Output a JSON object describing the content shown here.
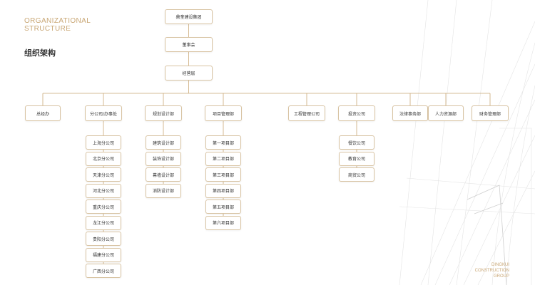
{
  "header": {
    "title_en_line1": "ORGANIZATIONAL",
    "title_en_line2": "STRUCTURE",
    "title_cn": "组织架构"
  },
  "brand": {
    "line1": "DINGKUI",
    "line2": "CONSTRUCTION",
    "line3": "GROUP"
  },
  "colors": {
    "accent": "#c9a775",
    "border": "#d8c3a2",
    "line": "#c9a775",
    "text": "#333333"
  },
  "org": {
    "root": "鼎奎建设集团",
    "board": "董事会",
    "management": "经营层",
    "departments": [
      {
        "label": "总经办",
        "children": []
      },
      {
        "label": "分公司/办事处",
        "children": [
          "上海分公司",
          "北京分公司",
          "天津分公司",
          "河北分公司",
          "重庆分公司",
          "龙江分公司",
          "贵阳分公司",
          "福建分公司",
          "广西分公司"
        ]
      },
      {
        "label": "规划设计部",
        "children": [
          "建筑设计部",
          "装饰设计部",
          "幕墙设计部",
          "消防设计部"
        ]
      },
      {
        "label": "项目管理部",
        "children": [
          "第一项目部",
          "第二项目部",
          "第三项目部",
          "第四项目部",
          "第五项目部",
          "第六项目部"
        ]
      },
      {
        "label": "工程管理公司",
        "children": []
      },
      {
        "label": "投资公司",
        "children": [
          "餐饮公司",
          "教育公司",
          "商贸公司"
        ]
      },
      {
        "label": "法律事务部",
        "children": []
      },
      {
        "label": "人力资源部",
        "children": []
      },
      {
        "label": "财务管理部",
        "children": []
      }
    ]
  }
}
